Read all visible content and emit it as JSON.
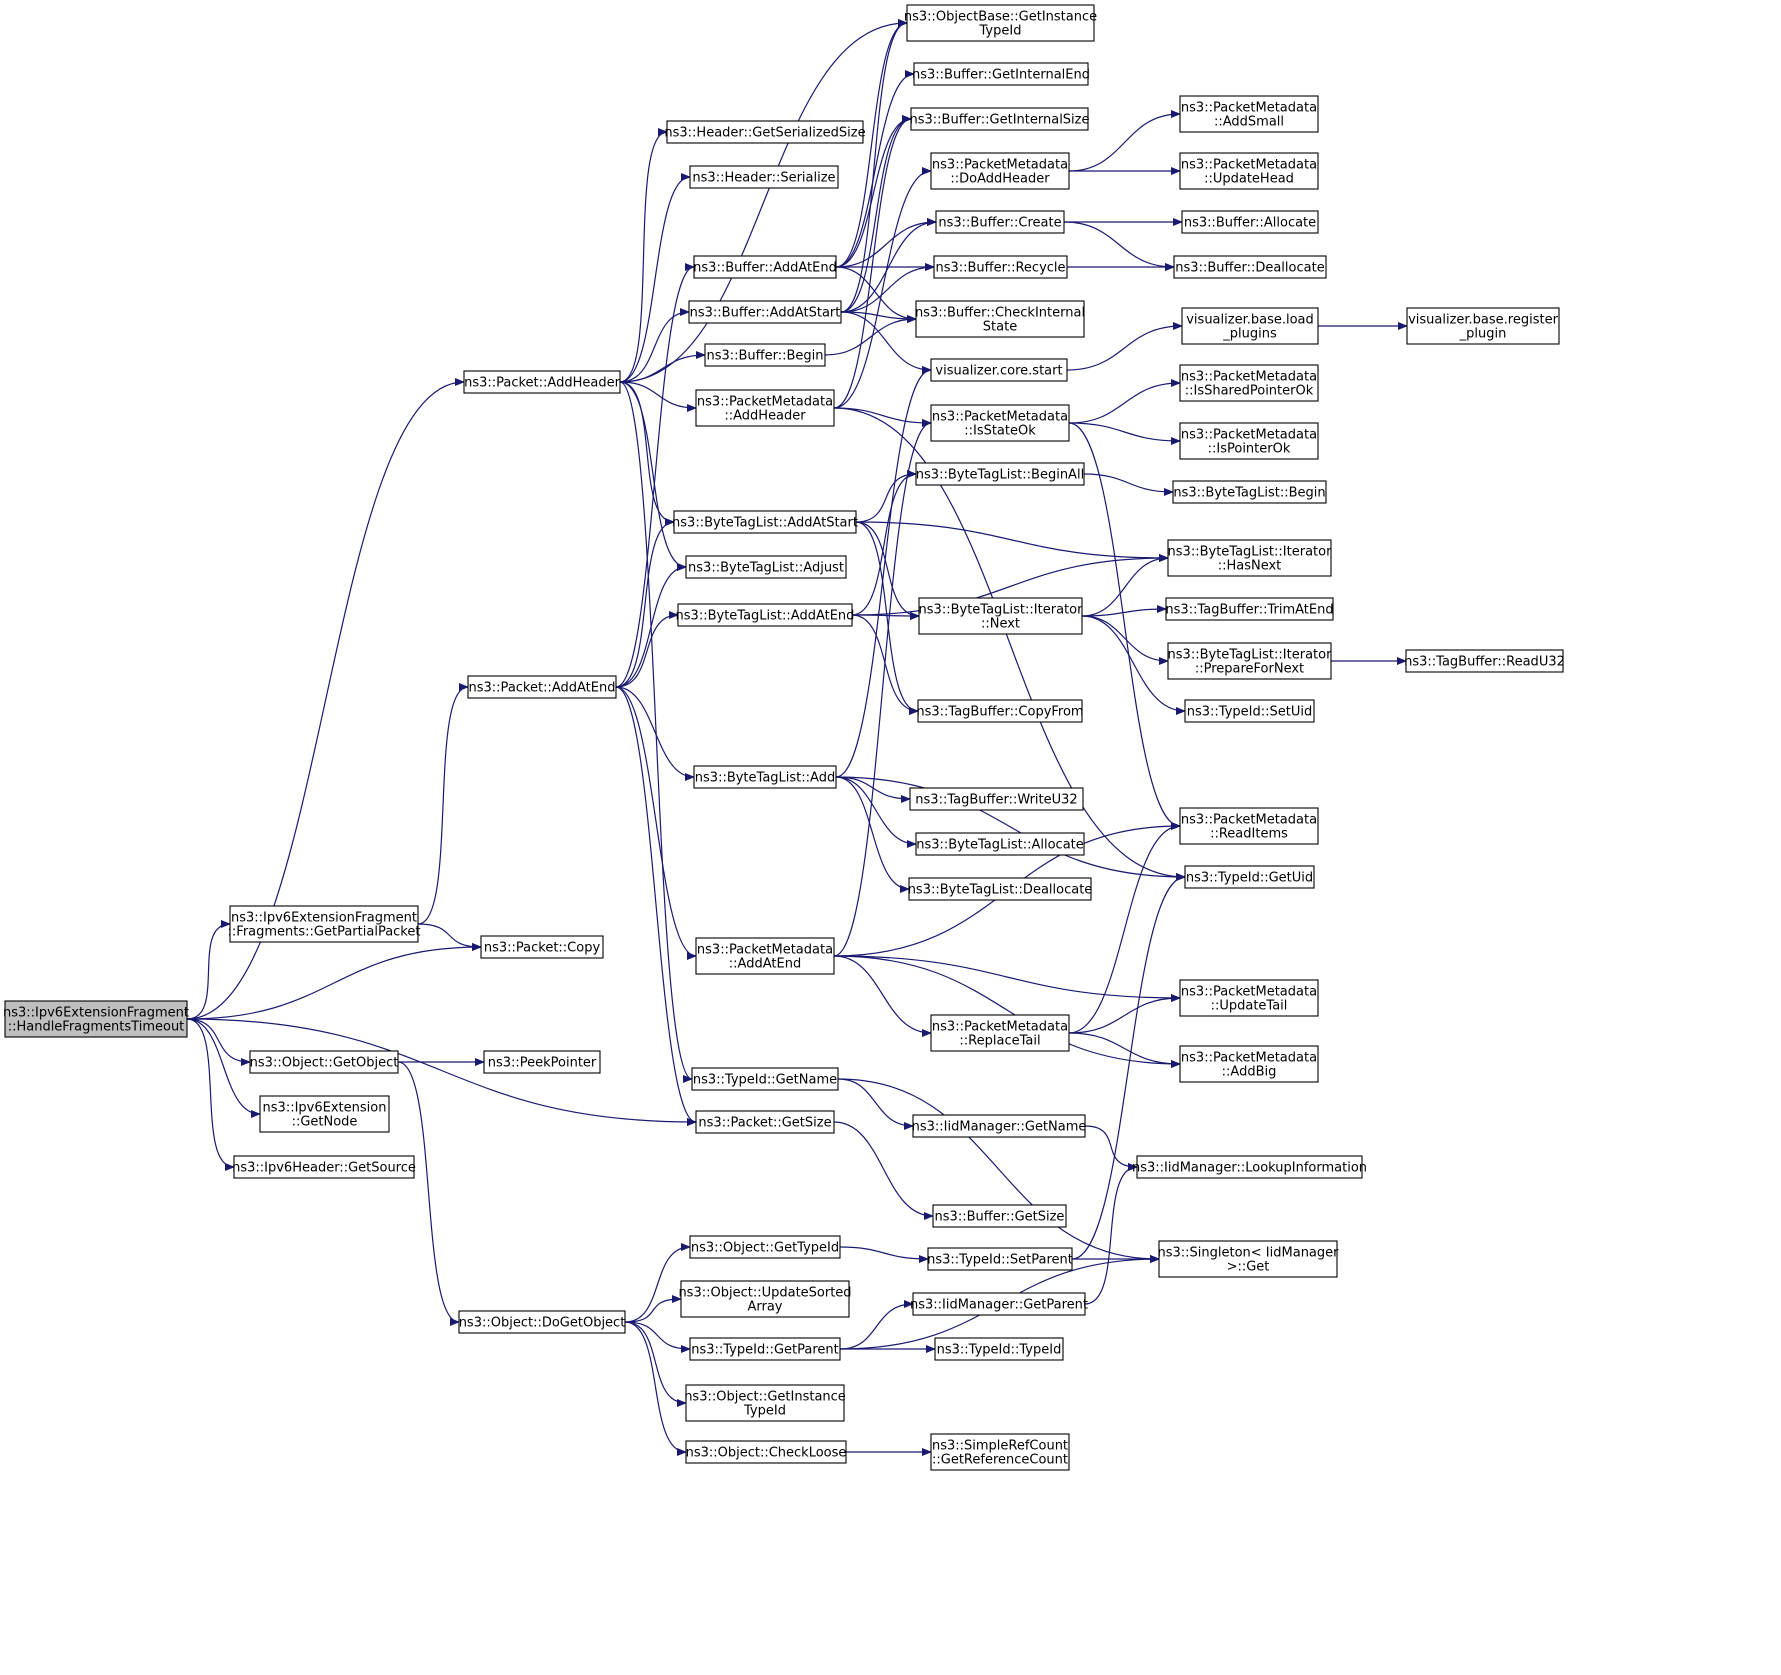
{
  "colors": {
    "edge": "#191970",
    "node_fill": "#ffffff",
    "root_fill": "#bfbfbf",
    "border_default": "#000000",
    "border_truncated": "#ff0000"
  },
  "nodes": [
    {
      "id": "root",
      "lines": [
        "ns3::Ipv6ExtensionFragment",
        "::HandleFragmentsTimeout"
      ],
      "root": true
    },
    {
      "id": "pkt_addheader",
      "lines": [
        "ns3::Packet::AddHeader"
      ]
    },
    {
      "id": "getpartial",
      "lines": [
        "ns3::Ipv6ExtensionFragment",
        "::Fragments::GetPartialPacket"
      ]
    },
    {
      "id": "pkt_copy",
      "lines": [
        "ns3::Packet::Copy"
      ]
    },
    {
      "id": "obj_getobject",
      "lines": [
        "ns3::Object::GetObject"
      ]
    },
    {
      "id": "ipv6ext_getnode",
      "lines": [
        "ns3::Ipv6Extension",
        "::GetNode"
      ]
    },
    {
      "id": "ipv6hdr_getsource",
      "lines": [
        "ns3::Ipv6Header::GetSource"
      ]
    },
    {
      "id": "pkt_addatend",
      "lines": [
        "ns3::Packet::AddAtEnd"
      ]
    },
    {
      "id": "obj_dogetobject",
      "lines": [
        "ns3::Object::DoGetObject"
      ]
    },
    {
      "id": "peekpointer",
      "lines": [
        "ns3::PeekPointer"
      ]
    },
    {
      "id": "hdr_getsersize",
      "lines": [
        "ns3::Header::GetSerializedSize"
      ]
    },
    {
      "id": "hdr_serialize",
      "lines": [
        "ns3::Header::Serialize"
      ]
    },
    {
      "id": "buf_addatend",
      "lines": [
        "ns3::Buffer::AddAtEnd"
      ]
    },
    {
      "id": "buf_addatstart",
      "lines": [
        "ns3::Buffer::AddAtStart"
      ]
    },
    {
      "id": "buf_begin",
      "lines": [
        "ns3::Buffer::Begin"
      ]
    },
    {
      "id": "pm_addheader",
      "lines": [
        "ns3::PacketMetadata",
        "::AddHeader"
      ]
    },
    {
      "id": "btl_addatstart",
      "lines": [
        "ns3::ByteTagList::AddAtStart"
      ]
    },
    {
      "id": "btl_adjust",
      "lines": [
        "ns3::ByteTagList::Adjust"
      ]
    },
    {
      "id": "btl_addatend",
      "lines": [
        "ns3::ByteTagList::AddAtEnd"
      ]
    },
    {
      "id": "btl_add",
      "lines": [
        "ns3::ByteTagList::Add"
      ]
    },
    {
      "id": "pm_addatend",
      "lines": [
        "ns3::PacketMetadata",
        "::AddAtEnd"
      ]
    },
    {
      "id": "typeid_getname",
      "lines": [
        "ns3::TypeId::GetName"
      ]
    },
    {
      "id": "pkt_getsize",
      "lines": [
        "ns3::Packet::GetSize"
      ]
    },
    {
      "id": "obj_gettypeid",
      "lines": [
        "ns3::Object::GetTypeId"
      ]
    },
    {
      "id": "obj_updatesorted",
      "lines": [
        "ns3::Object::UpdateSorted",
        "Array"
      ]
    },
    {
      "id": "typeid_getparent",
      "lines": [
        "ns3::TypeId::GetParent"
      ]
    },
    {
      "id": "obj_getinstancetypeid",
      "lines": [
        "ns3::Object::GetInstance",
        "TypeId"
      ]
    },
    {
      "id": "obj_checkloose",
      "lines": [
        "ns3::Object::CheckLoose"
      ]
    },
    {
      "id": "objbase_getinstancetypeid",
      "lines": [
        "ns3::ObjectBase::GetInstance",
        "TypeId"
      ]
    },
    {
      "id": "buf_getinternalend",
      "lines": [
        "ns3::Buffer::GetInternalEnd"
      ]
    },
    {
      "id": "buf_getinternalsize",
      "lines": [
        "ns3::Buffer::GetInternalSize"
      ]
    },
    {
      "id": "pm_doaddheader",
      "lines": [
        "ns3::PacketMetadata",
        "::DoAddHeader"
      ]
    },
    {
      "id": "buf_create",
      "lines": [
        "ns3::Buffer::Create"
      ]
    },
    {
      "id": "buf_recycle",
      "lines": [
        "ns3::Buffer::Recycle"
      ]
    },
    {
      "id": "buf_checkinternal",
      "lines": [
        "ns3::Buffer::CheckInternal",
        "State"
      ]
    },
    {
      "id": "vis_core_start",
      "lines": [
        "visualizer.core.start"
      ]
    },
    {
      "id": "pm_isstateok",
      "lines": [
        "ns3::PacketMetadata",
        "::IsStateOk"
      ]
    },
    {
      "id": "btl_beginall",
      "lines": [
        "ns3::ByteTagList::BeginAll"
      ]
    },
    {
      "id": "btl_iter_next",
      "lines": [
        "ns3::ByteTagList::Iterator",
        "::Next"
      ]
    },
    {
      "id": "tb_copyfrom",
      "lines": [
        "ns3::TagBuffer::CopyFrom"
      ]
    },
    {
      "id": "tb_writeu32",
      "lines": [
        "ns3::TagBuffer::WriteU32"
      ],
      "truncated": true
    },
    {
      "id": "btl_allocate",
      "lines": [
        "ns3::ByteTagList::Allocate"
      ]
    },
    {
      "id": "btl_deallocate",
      "lines": [
        "ns3::ByteTagList::Deallocate"
      ]
    },
    {
      "id": "pm_replacetail",
      "lines": [
        "ns3::PacketMetadata",
        "::ReplaceTail"
      ],
      "truncated": true
    },
    {
      "id": "iid_getname",
      "lines": [
        "ns3::IidManager::GetName"
      ]
    },
    {
      "id": "buf_getsize",
      "lines": [
        "ns3::Buffer::GetSize"
      ]
    },
    {
      "id": "typeid_setparent",
      "lines": [
        "ns3::TypeId::SetParent"
      ],
      "truncated": true
    },
    {
      "id": "iid_getparent",
      "lines": [
        "ns3::IidManager::GetParent"
      ]
    },
    {
      "id": "typeid_typeid",
      "lines": [
        "ns3::TypeId::TypeId"
      ]
    },
    {
      "id": "src_getrefcount",
      "lines": [
        "ns3::SimpleRefCount",
        "::GetReferenceCount"
      ]
    },
    {
      "id": "pm_addsmall",
      "lines": [
        "ns3::PacketMetadata",
        "::AddSmall"
      ],
      "truncated": true
    },
    {
      "id": "pm_updatehead",
      "lines": [
        "ns3::PacketMetadata",
        "::UpdateHead"
      ],
      "truncated": true
    },
    {
      "id": "buf_allocate",
      "lines": [
        "ns3::Buffer::Allocate"
      ]
    },
    {
      "id": "buf_deallocate",
      "lines": [
        "ns3::Buffer::Deallocate"
      ]
    },
    {
      "id": "vis_base_loadplugins",
      "lines": [
        "visualizer.base.load",
        "_plugins"
      ]
    },
    {
      "id": "pm_issharedpointerok",
      "lines": [
        "ns3::PacketMetadata",
        "::IsSharedPointerOk"
      ]
    },
    {
      "id": "pm_ispointerok",
      "lines": [
        "ns3::PacketMetadata",
        "::IsPointerOk"
      ]
    },
    {
      "id": "btl_begin",
      "lines": [
        "ns3::ByteTagList::Begin"
      ]
    },
    {
      "id": "btl_iter_hasnext",
      "lines": [
        "ns3::ByteTagList::Iterator",
        "::HasNext"
      ]
    },
    {
      "id": "tb_trimatend",
      "lines": [
        "ns3::TagBuffer::TrimAtEnd"
      ]
    },
    {
      "id": "btl_iter_preparefornext",
      "lines": [
        "ns3::ByteTagList::Iterator",
        "::PrepareForNext"
      ]
    },
    {
      "id": "typeid_setuid",
      "lines": [
        "ns3::TypeId::SetUid"
      ]
    },
    {
      "id": "pm_readitems",
      "lines": [
        "ns3::PacketMetadata",
        "::ReadItems"
      ],
      "truncated": true
    },
    {
      "id": "typeid_getuid",
      "lines": [
        "ns3::TypeId::GetUid"
      ]
    },
    {
      "id": "pm_updatetail",
      "lines": [
        "ns3::PacketMetadata",
        "::UpdateTail"
      ],
      "truncated": true
    },
    {
      "id": "pm_addbig",
      "lines": [
        "ns3::PacketMetadata",
        "::AddBig"
      ],
      "truncated": true
    },
    {
      "id": "iid_lookupinfo",
      "lines": [
        "ns3::IidManager::LookupInformation"
      ]
    },
    {
      "id": "singleton_iid_get",
      "lines": [
        "ns3::Singleton< IidManager",
        ">::Get"
      ]
    },
    {
      "id": "vis_base_registerplugin",
      "lines": [
        "visualizer.base.register",
        "_plugin"
      ]
    },
    {
      "id": "tb_readu32",
      "lines": [
        "ns3::TagBuffer::ReadU32"
      ],
      "truncated": true
    }
  ],
  "edges": [
    [
      "root",
      "pkt_addheader"
    ],
    [
      "root",
      "getpartial"
    ],
    [
      "root",
      "pkt_copy"
    ],
    [
      "root",
      "obj_getobject"
    ],
    [
      "root",
      "ipv6ext_getnode"
    ],
    [
      "root",
      "ipv6hdr_getsource"
    ],
    [
      "root",
      "pkt_getsize"
    ],
    [
      "getpartial",
      "pkt_addatend"
    ],
    [
      "getpartial",
      "pkt_copy"
    ],
    [
      "obj_getobject",
      "peekpointer"
    ],
    [
      "obj_getobject",
      "obj_dogetobject"
    ],
    [
      "pkt_addheader",
      "hdr_getsersize"
    ],
    [
      "pkt_addheader",
      "hdr_serialize"
    ],
    [
      "pkt_addheader",
      "buf_addatstart"
    ],
    [
      "pkt_addheader",
      "buf_begin"
    ],
    [
      "pkt_addheader",
      "pm_addheader"
    ],
    [
      "pkt_addheader",
      "btl_addatstart"
    ],
    [
      "pkt_addheader",
      "btl_adjust"
    ],
    [
      "pkt_addheader",
      "objbase_getinstancetypeid"
    ],
    [
      "pkt_addheader",
      "typeid_getname"
    ],
    [
      "pkt_addatend",
      "buf_addatend"
    ],
    [
      "pkt_addatend",
      "btl_addatstart"
    ],
    [
      "pkt_addatend",
      "btl_adjust"
    ],
    [
      "pkt_addatend",
      "btl_addatend"
    ],
    [
      "pkt_addatend",
      "btl_add"
    ],
    [
      "pkt_addatend",
      "pm_addatend"
    ],
    [
      "pkt_addatend",
      "pkt_getsize"
    ],
    [
      "buf_addatend",
      "objbase_getinstancetypeid"
    ],
    [
      "buf_addatend",
      "buf_getinternalend"
    ],
    [
      "buf_addatend",
      "buf_getinternalsize"
    ],
    [
      "buf_addatend",
      "buf_create"
    ],
    [
      "buf_addatend",
      "buf_recycle"
    ],
    [
      "buf_addatend",
      "buf_checkinternal"
    ],
    [
      "buf_addatstart",
      "objbase_getinstancetypeid"
    ],
    [
      "buf_addatstart",
      "buf_getinternalsize"
    ],
    [
      "buf_addatstart",
      "buf_create"
    ],
    [
      "buf_addatstart",
      "buf_recycle"
    ],
    [
      "buf_addatstart",
      "buf_checkinternal"
    ],
    [
      "buf_addatstart",
      "vis_core_start"
    ],
    [
      "buf_begin",
      "buf_checkinternal"
    ],
    [
      "pm_addheader",
      "buf_getinternalsize"
    ],
    [
      "pm_addheader",
      "pm_doaddheader"
    ],
    [
      "pm_addheader",
      "pm_isstateok"
    ],
    [
      "pm_addheader",
      "typeid_getuid"
    ],
    [
      "pm_doaddheader",
      "pm_addsmall"
    ],
    [
      "pm_doaddheader",
      "pm_updatehead"
    ],
    [
      "buf_create",
      "buf_allocate"
    ],
    [
      "buf_create",
      "buf_deallocate"
    ],
    [
      "buf_recycle",
      "buf_deallocate"
    ],
    [
      "vis_core_start",
      "vis_base_loadplugins"
    ],
    [
      "vis_base_loadplugins",
      "vis_base_registerplugin"
    ],
    [
      "pm_isstateok",
      "pm_issharedpointerok"
    ],
    [
      "pm_isstateok",
      "pm_ispointerok"
    ],
    [
      "pm_isstateok",
      "pm_readitems"
    ],
    [
      "btl_addatstart",
      "btl_beginall"
    ],
    [
      "btl_addatstart",
      "btl_iter_hasnext"
    ],
    [
      "btl_addatstart",
      "btl_iter_next"
    ],
    [
      "btl_addatstart",
      "tb_copyfrom"
    ],
    [
      "btl_addatend",
      "btl_beginall"
    ],
    [
      "btl_addatend",
      "btl_iter_hasnext"
    ],
    [
      "btl_addatend",
      "btl_iter_next"
    ],
    [
      "btl_addatend",
      "tb_copyfrom"
    ],
    [
      "btl_beginall",
      "btl_begin"
    ],
    [
      "btl_iter_next",
      "btl_iter_hasnext"
    ],
    [
      "btl_iter_next",
      "tb_trimatend"
    ],
    [
      "btl_iter_next",
      "btl_iter_preparefornext"
    ],
    [
      "btl_iter_next",
      "typeid_setuid"
    ],
    [
      "btl_iter_preparefornext",
      "tb_readu32"
    ],
    [
      "btl_add",
      "vis_core_start"
    ],
    [
      "btl_add",
      "tb_writeu32"
    ],
    [
      "btl_add",
      "btl_allocate"
    ],
    [
      "btl_add",
      "btl_deallocate"
    ],
    [
      "btl_add",
      "typeid_getuid"
    ],
    [
      "pm_addatend",
      "pm_isstateok"
    ],
    [
      "pm_addatend",
      "pm_readitems"
    ],
    [
      "pm_addatend",
      "pm_updatetail"
    ],
    [
      "pm_addatend",
      "pm_replacetail"
    ],
    [
      "pm_addatend",
      "pm_addbig"
    ],
    [
      "pm_replacetail",
      "pm_readitems"
    ],
    [
      "pm_replacetail",
      "pm_updatetail"
    ],
    [
      "pm_replacetail",
      "pm_addbig"
    ],
    [
      "typeid_getname",
      "iid_getname"
    ],
    [
      "typeid_getname",
      "singleton_iid_get"
    ],
    [
      "iid_getname",
      "iid_lookupinfo"
    ],
    [
      "pkt_getsize",
      "buf_getsize"
    ],
    [
      "obj_dogetobject",
      "obj_gettypeid"
    ],
    [
      "obj_dogetobject",
      "obj_updatesorted"
    ],
    [
      "obj_dogetobject",
      "typeid_getparent"
    ],
    [
      "obj_dogetobject",
      "obj_getinstancetypeid"
    ],
    [
      "obj_dogetobject",
      "obj_checkloose"
    ],
    [
      "obj_gettypeid",
      "typeid_setparent"
    ],
    [
      "typeid_setparent",
      "typeid_getuid"
    ],
    [
      "typeid_setparent",
      "singleton_iid_get"
    ],
    [
      "typeid_getparent",
      "iid_getparent"
    ],
    [
      "typeid_getparent",
      "typeid_typeid"
    ],
    [
      "typeid_getparent",
      "singleton_iid_get"
    ],
    [
      "iid_getparent",
      "iid_lookupinfo"
    ],
    [
      "obj_checkloose",
      "src_getrefcount"
    ]
  ]
}
